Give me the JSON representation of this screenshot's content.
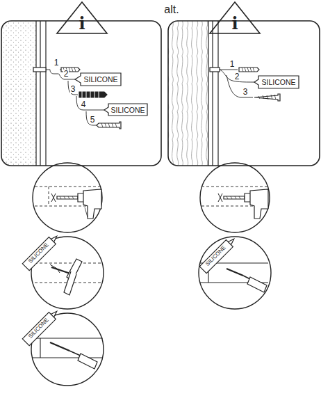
{
  "diagram": {
    "labels": [
      "i",
      "alt.",
      "i",
      "1",
      "2",
      "SILICONE",
      "3",
      "4",
      "SILICONE",
      "5",
      "1",
      "2",
      "SILICONE",
      "3",
      "SILICONE",
      "SILICONE",
      "SILICONE"
    ]
  }
}
